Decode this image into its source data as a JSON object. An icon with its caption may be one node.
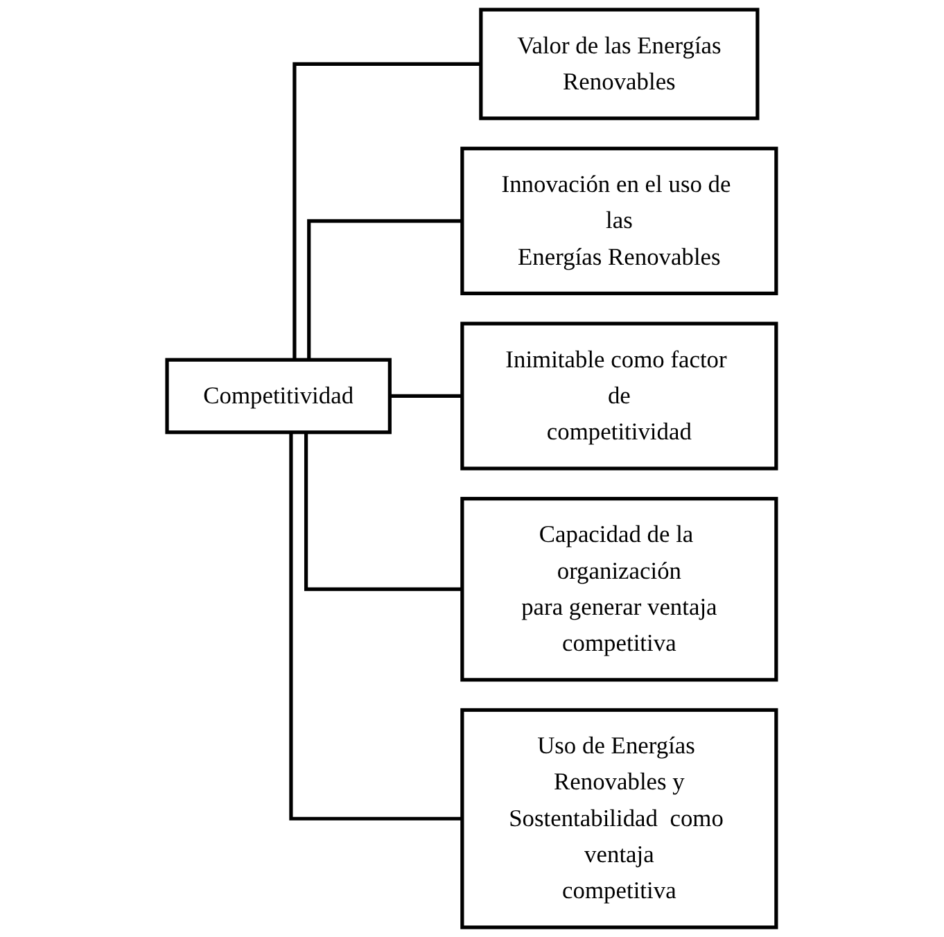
{
  "diagram": {
    "nodes": [
      {
        "text": [
          "Competitividad"
        ]
      },
      {
        "text": [
          "Valor de las Energías Renovables"
        ]
      },
      {
        "text": [
          "Innovación en el uso de las Energías Renovables"
        ]
      },
      {
        "text": [
          "Inimitable como factor de competitividad"
        ]
      },
      {
        "text": [
          "Capacidad de la organización para generar ventaja competitiva"
        ]
      },
      {
        "text": [
          "Uso de Energías Renovables y Sostentabilidad  como ventaja competitiva"
        ]
      }
    ],
    "edges": [
      {
        "from": 0,
        "to": 1,
        "arrow": "none"
      },
      {
        "from": 0,
        "to": 2,
        "arrow": "none"
      },
      {
        "from": 0,
        "to": 3,
        "arrow": "none"
      },
      {
        "from": 0,
        "to": 4,
        "arrow": "none"
      },
      {
        "from": 0,
        "to": 5,
        "arrow": "none"
      }
    ]
  }
}
